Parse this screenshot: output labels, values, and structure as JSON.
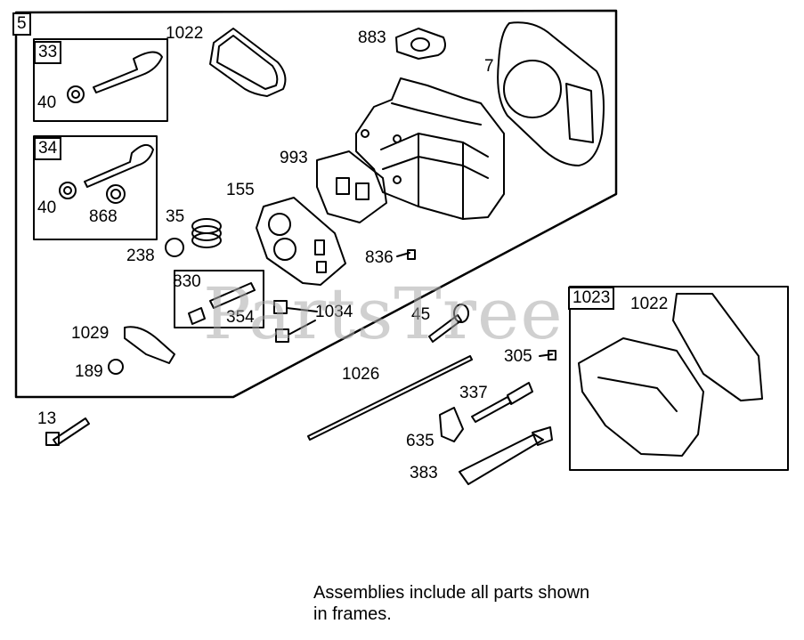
{
  "watermark": "PartsTree",
  "frame_labels": {
    "main": "5",
    "exhaust_valve": "33",
    "intake_valve": "34",
    "stud_kit": "830",
    "cover_kit": "1023"
  },
  "part_labels": {
    "p1022a": "1022",
    "p883": "883",
    "p7": "7",
    "p40a": "40",
    "p993": "993",
    "p40b": "40",
    "p868": "868",
    "p155": "155",
    "p35": "35",
    "p238": "238",
    "p836": "836",
    "p354": "354",
    "p1034": "1034",
    "p45": "45",
    "p1029": "1029",
    "p189": "189",
    "p1026": "1026",
    "p305": "305",
    "p337": "337",
    "p13": "13",
    "p635": "635",
    "p383": "383",
    "p1022b": "1022"
  },
  "note": {
    "line1": "Assemblies include all parts shown",
    "line2": "in frames."
  }
}
